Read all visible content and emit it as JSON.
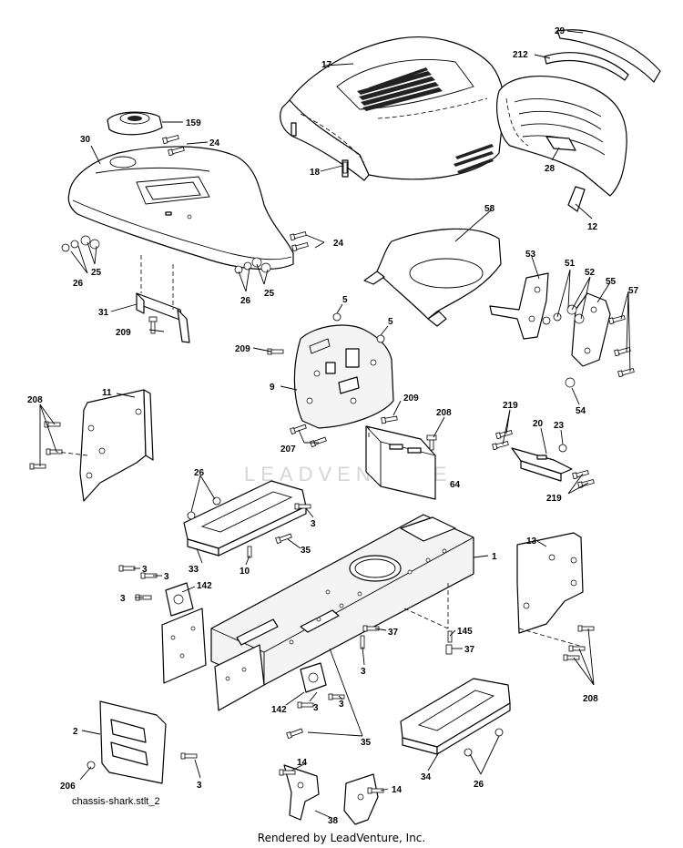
{
  "diagram_caption": "chassis-shark.stlt_2",
  "footer": "Rendered by LeadVenture, Inc.",
  "watermark": "LEADVENTURE",
  "callouts": {
    "c1": "1",
    "c2": "2",
    "c3": "3",
    "c5": "5",
    "c9": "9",
    "c10": "10",
    "c11": "11",
    "c12": "12",
    "c13": "13",
    "c14": "14",
    "c17": "17",
    "c18": "18",
    "c20": "20",
    "c23": "23",
    "c24": "24",
    "c25": "25",
    "c26": "26",
    "c28": "28",
    "c29": "29",
    "c30": "30",
    "c31": "31",
    "c33": "33",
    "c34": "34",
    "c35": "35",
    "c37": "37",
    "c38": "38",
    "c51": "51",
    "c52": "52",
    "c53": "53",
    "c54": "54",
    "c55": "55",
    "c57": "57",
    "c58": "58",
    "c64": "64",
    "c142": "142",
    "c145": "145",
    "c159": "159",
    "c206": "206",
    "c207": "207",
    "c208": "208",
    "c209": "209",
    "c212": "212",
    "c219": "219"
  }
}
